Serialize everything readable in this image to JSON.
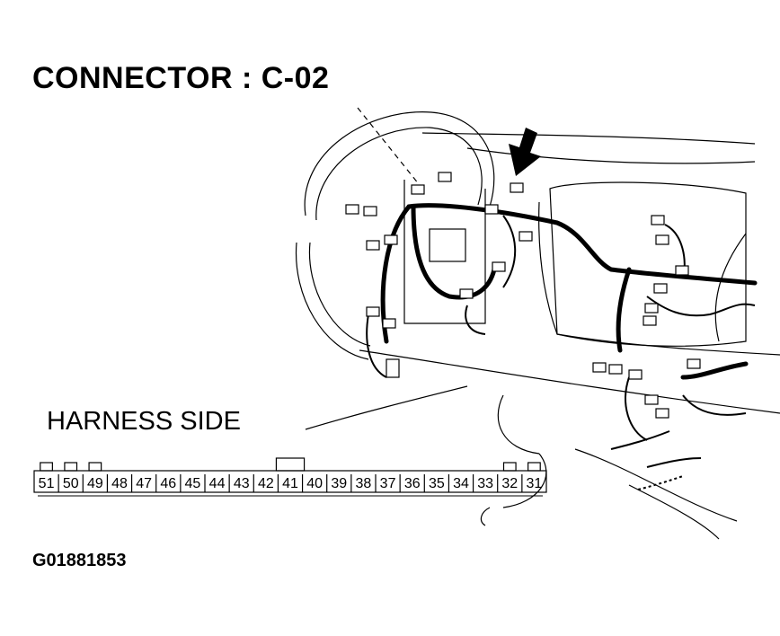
{
  "title": "CONNECTOR : C-02",
  "harness_label": "HARNESS SIDE",
  "figure_id": "G01881853",
  "connector": {
    "pins": [
      "51",
      "50",
      "49",
      "48",
      "47",
      "46",
      "45",
      "44",
      "43",
      "42",
      "41",
      "40",
      "39",
      "38",
      "37",
      "36",
      "35",
      "34",
      "33",
      "32",
      "31"
    ],
    "key_pin": "41",
    "locking_tabs_above": [
      "51",
      "50",
      "49",
      "32",
      "31"
    ]
  },
  "colors": {
    "line": "#000000",
    "background": "#ffffff"
  }
}
